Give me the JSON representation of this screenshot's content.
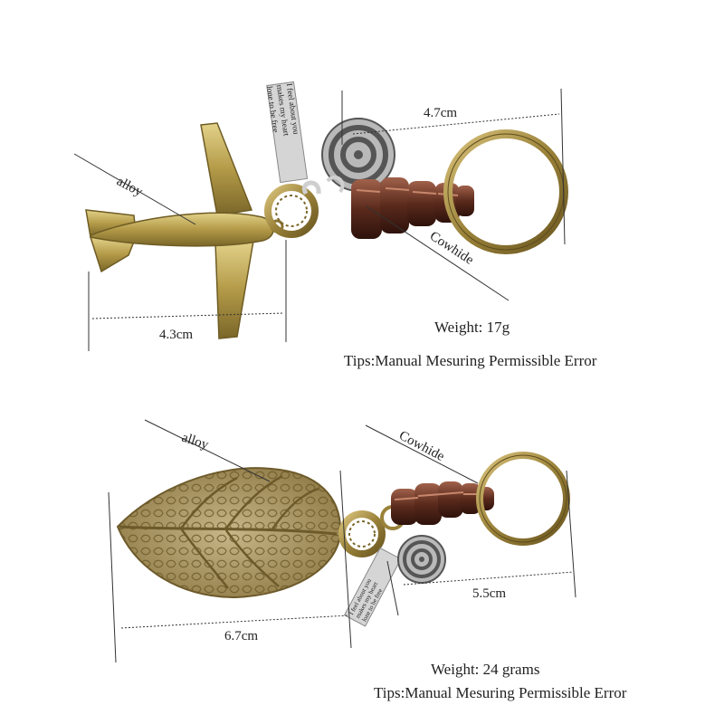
{
  "top": {
    "tag_text": [
      "I feel about you",
      "makes my heart",
      "lone to be free"
    ],
    "labels": {
      "material_metal": "alloy",
      "material_leather": "Cowhide",
      "width_left": "4.3cm",
      "width_right": "4.7cm"
    },
    "weight": "Weight: 17g",
    "tips": "Tips:Manual Mesuring Permissible Error"
  },
  "bottom": {
    "tag_text": [
      "I feel about you",
      "makes my heart",
      "lone to be free"
    ],
    "labels": {
      "material_metal": "alloy",
      "material_leather": "Cowhide",
      "width_left": "6.7cm",
      "width_right": "5.5cm"
    },
    "weight": "Weight: 24 grams",
    "tips": "Tips:Manual Mesuring Permissible Error"
  },
  "colors": {
    "brass_light": "#c9b46a",
    "brass_mid": "#a8913f",
    "brass_dark": "#6e5c24",
    "leather": "#5a2a1c",
    "leather_light": "#8a4a35",
    "silver": "#b9b9b9",
    "silver_dark": "#555555",
    "line": "#333333"
  }
}
